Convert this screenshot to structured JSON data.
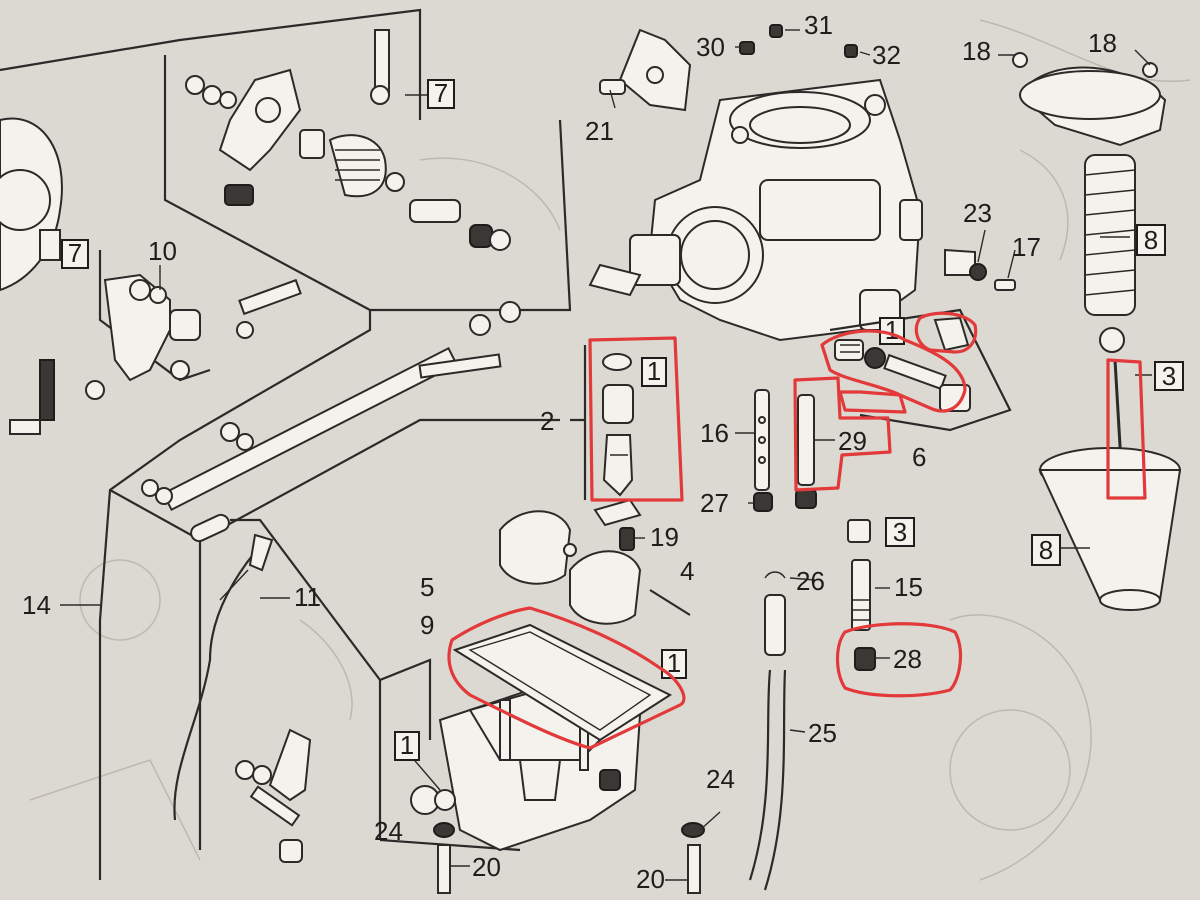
{
  "diagram": {
    "callouts": [
      {
        "id": "c30",
        "text": "30"
      },
      {
        "id": "c31",
        "text": "31"
      },
      {
        "id": "c32",
        "text": "32"
      },
      {
        "id": "c18a",
        "text": "18"
      },
      {
        "id": "c18b",
        "text": "18"
      },
      {
        "id": "c21",
        "text": "21"
      },
      {
        "id": "c10",
        "text": "10"
      },
      {
        "id": "c23",
        "text": "23"
      },
      {
        "id": "c17",
        "text": "17"
      },
      {
        "id": "c2",
        "text": "2"
      },
      {
        "id": "c16",
        "text": "16"
      },
      {
        "id": "c29",
        "text": "29"
      },
      {
        "id": "c6",
        "text": "6"
      },
      {
        "id": "c27",
        "text": "27"
      },
      {
        "id": "c19",
        "text": "19"
      },
      {
        "id": "c4",
        "text": "4"
      },
      {
        "id": "c26",
        "text": "26"
      },
      {
        "id": "c15",
        "text": "15"
      },
      {
        "id": "c14",
        "text": "14"
      },
      {
        "id": "c11",
        "text": "11"
      },
      {
        "id": "c5",
        "text": "5"
      },
      {
        "id": "c9",
        "text": "9"
      },
      {
        "id": "c28",
        "text": "28"
      },
      {
        "id": "c25",
        "text": "25"
      },
      {
        "id": "c24a",
        "text": "24"
      },
      {
        "id": "c24b",
        "text": "24"
      },
      {
        "id": "c20a",
        "text": "20"
      },
      {
        "id": "c20b",
        "text": "20"
      }
    ],
    "kit_boxes": [
      {
        "id": "k7a",
        "text": "7"
      },
      {
        "id": "k7b",
        "text": "7"
      },
      {
        "id": "k8a",
        "text": "8"
      },
      {
        "id": "k8b",
        "text": "8"
      },
      {
        "id": "k1a",
        "text": "1"
      },
      {
        "id": "k1b",
        "text": "1"
      },
      {
        "id": "k1c",
        "text": "1"
      },
      {
        "id": "k1d",
        "text": "1"
      },
      {
        "id": "k3a",
        "text": "3"
      },
      {
        "id": "k3b",
        "text": "3"
      }
    ],
    "highlight_color": "#e23a3a"
  }
}
